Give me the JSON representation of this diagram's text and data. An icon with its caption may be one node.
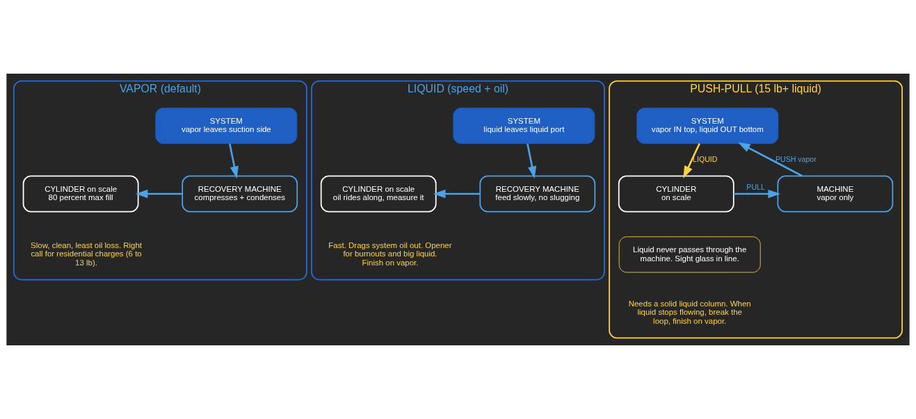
{
  "diagram": {
    "nodes": [
      {
        "text": [
          "VAPOR (default)"
        ]
      },
      {
        "text": [
          "SYSTEM",
          "vapor leaves suction side"
        ],
        "in": 0
      },
      {
        "text": [
          "RECOVERY MACHINE",
          "compresses + condenses"
        ],
        "in": 0
      },
      {
        "text": [
          "CYLINDER on scale",
          "80 percent max fill"
        ],
        "in": 0
      },
      {
        "text": [
          "Slow, clean, least oil loss. Right call for residential charges (6 to 13 lb)."
        ],
        "in": 0
      },
      {
        "text": [
          "LIQUID (speed + oil)"
        ]
      },
      {
        "text": [
          "SYSTEM",
          "liquid leaves liquid port"
        ],
        "in": 5
      },
      {
        "text": [
          "RECOVERY MACHINE",
          "feed slowly, no slugging"
        ],
        "in": 5
      },
      {
        "text": [
          "CYLINDER on scale",
          "oil rides along, measure it"
        ],
        "in": 5
      },
      {
        "text": [
          "Fast. Drags system oil out. Opener for burnouts and big liquid. Finish on vapor."
        ],
        "in": 5
      },
      {
        "text": [
          "PUSH-PULL (15 lb+ liquid)"
        ]
      },
      {
        "text": [
          "SYSTEM",
          "vapor IN top, liquid OUT bottom"
        ],
        "in": 10
      },
      {
        "text": [
          "MACHINE",
          "vapor only"
        ],
        "in": 10
      },
      {
        "text": [
          "CYLINDER",
          "on scale"
        ],
        "in": 10
      },
      {
        "text": [
          "Liquid never passes through the machine. Sight glass in line."
        ],
        "in": 10
      },
      {
        "text": [
          "Needs a solid liquid column. When liquid stops flowing, break the loop, finish on vapor."
        ],
        "in": 10
      }
    ],
    "edges": [
      {
        "from": 1,
        "to": 2,
        "arrow": "to"
      },
      {
        "from": 2,
        "to": 3,
        "arrow": "to"
      },
      {
        "from": 6,
        "to": 7,
        "arrow": "to"
      },
      {
        "from": 7,
        "to": 8,
        "arrow": "to"
      },
      {
        "from": 12,
        "to": 11,
        "arrow": "to",
        "label": "PUSH vapor"
      },
      {
        "from": 11,
        "to": 13,
        "arrow": "to",
        "label": "LIQUID",
        "color": "#ffd23f"
      },
      {
        "from": 13,
        "to": 12,
        "arrow": "to",
        "label": "PULL"
      }
    ]
  }
}
